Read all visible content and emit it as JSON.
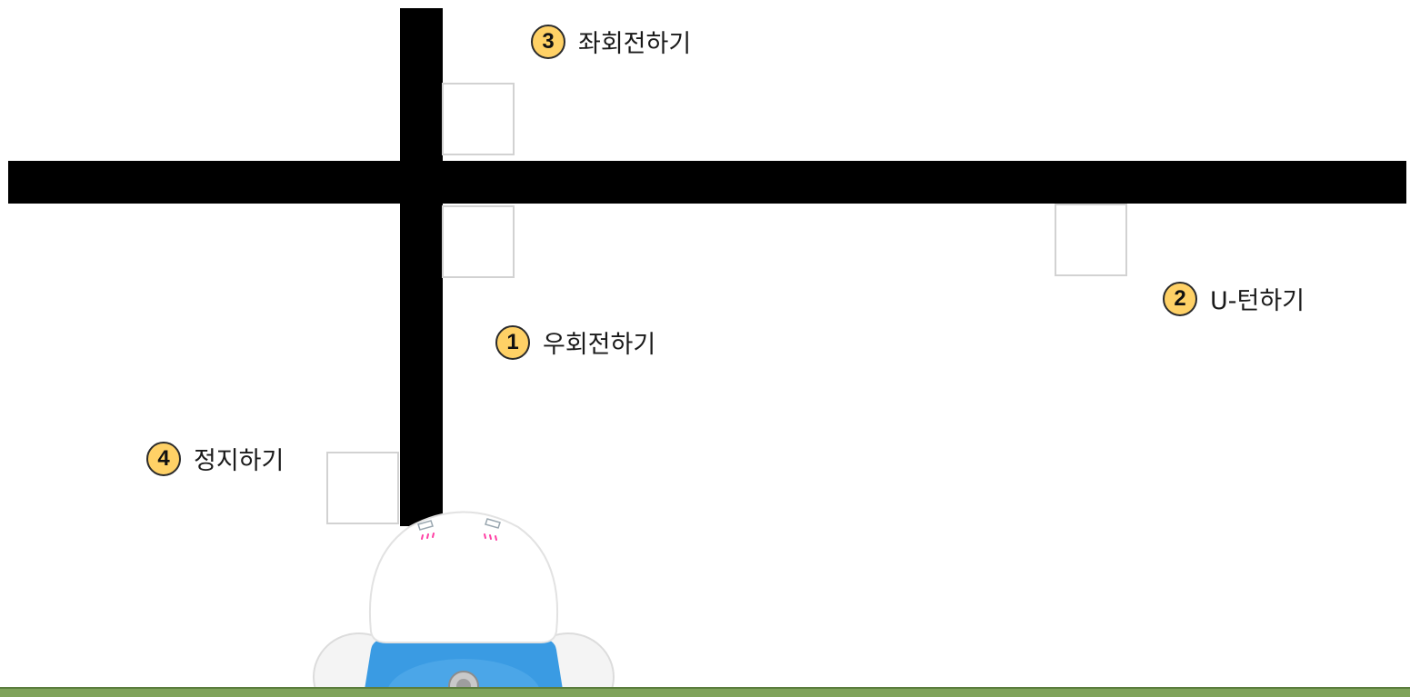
{
  "labels": {
    "right_turn": {
      "number": "1",
      "text": "우회전하기"
    },
    "u_turn": {
      "number": "2",
      "text": "U-턴하기"
    },
    "left_turn": {
      "number": "3",
      "text": "좌회전하기"
    },
    "stop": {
      "number": "4",
      "text": "정지하기"
    }
  },
  "colors": {
    "track": "#000000",
    "badge": "#ffd166",
    "robot_body": "#3a9be3",
    "floor": "#7fa35a"
  },
  "icons": {
    "robot": "line-tracer-robot-icon"
  }
}
